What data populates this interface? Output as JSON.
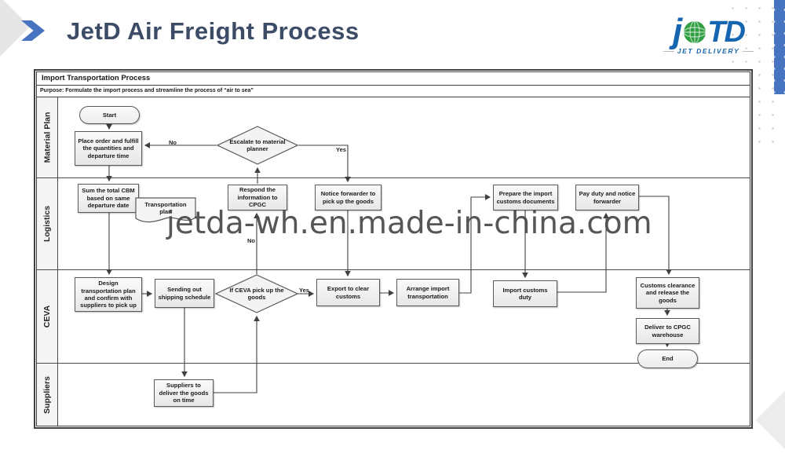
{
  "header": {
    "title": "JetD Air Freight Process",
    "logo": {
      "j": "j",
      "td": "TD",
      "subtitle": "JET DELIVERY"
    }
  },
  "watermark": "jetda-wh.en.made-in-china.com",
  "chart": {
    "title": "Import Transportation Process",
    "purpose": "Purpose: Formulate the import process and streamline the process of  “air to sea”",
    "lanes": [
      "Material Plan",
      "Logistics",
      "CEVA",
      "Suppliers"
    ],
    "nodes": [
      {
        "id": "start",
        "type": "terminator",
        "label": "Start"
      },
      {
        "id": "place-order",
        "type": "process",
        "label": "Place order and fulfill the quantities and departure time"
      },
      {
        "id": "escalate",
        "type": "decision",
        "label": "Escalate to material planner"
      },
      {
        "id": "sum-cbm",
        "type": "process",
        "label": "Sum the total CBM based on same departure date"
      },
      {
        "id": "transportation-plan",
        "type": "document",
        "label": "Transportation plan"
      },
      {
        "id": "respond-cpgc",
        "type": "process",
        "label": "Respond the information to CPGC"
      },
      {
        "id": "notice-forwarder",
        "type": "process",
        "label": "Notice forwarder to pick up the goods"
      },
      {
        "id": "prepare-docs",
        "type": "process",
        "label": "Prepare the import customs documents"
      },
      {
        "id": "pay-duty",
        "type": "process",
        "label": "Pay duty and notice forwarder"
      },
      {
        "id": "design-plan",
        "type": "process",
        "label": "Design transportation plan and confirm with suppliers to pick up"
      },
      {
        "id": "sending-schedule",
        "type": "process",
        "label": "Sending out shipping schedule"
      },
      {
        "id": "if-ceva",
        "type": "decision",
        "label": "If CEVA pick up the goods"
      },
      {
        "id": "export-customs",
        "type": "process",
        "label": "Export to clear customs"
      },
      {
        "id": "arrange-import",
        "type": "process",
        "label": "Arrange import transportation"
      },
      {
        "id": "import-duty",
        "type": "process",
        "label": "Import customs duty"
      },
      {
        "id": "customs-clearance",
        "type": "process",
        "label": "Customs clearance and release the goods"
      },
      {
        "id": "deliver-cpgc",
        "type": "process",
        "label": "Deliver to CPGC warehouse"
      },
      {
        "id": "end",
        "type": "terminator",
        "label": "End"
      },
      {
        "id": "suppliers-deliver",
        "type": "process",
        "label": "Suppliers to deliver the goods on time"
      }
    ],
    "edge_labels": [
      {
        "id": "escalate-no",
        "label": "No"
      },
      {
        "id": "escalate-yes",
        "label": "Yes"
      },
      {
        "id": "ceva-no",
        "label": "No"
      },
      {
        "id": "ceva-yes",
        "label": "Yes"
      }
    ]
  },
  "colors": {
    "accent_blue": "#4674c1",
    "title_navy": "#3d4c66",
    "logo_blue": "#1565b0",
    "logo_green": "#2f9e41",
    "line": "#404040"
  }
}
